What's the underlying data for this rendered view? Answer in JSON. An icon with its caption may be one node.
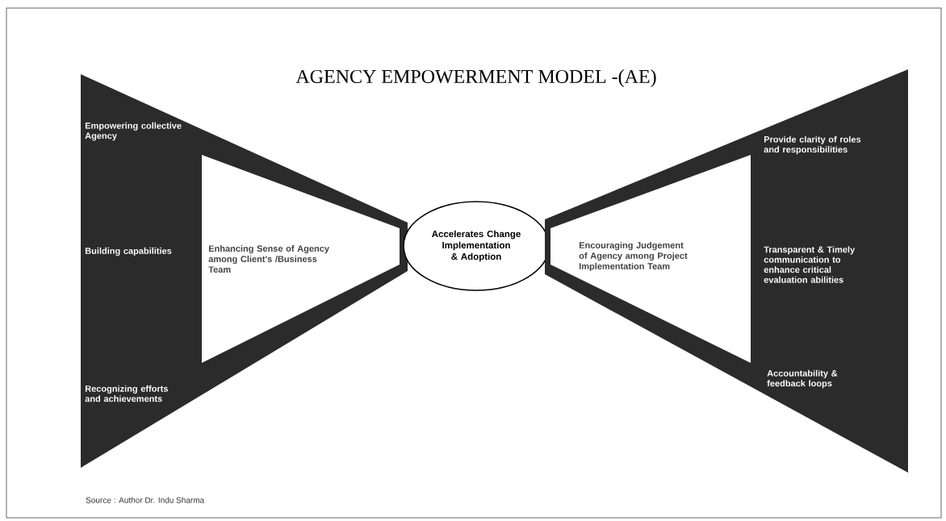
{
  "diagram": {
    "title": "AGENCY EMPOWERMENT MODEL  -(AE)",
    "nodes": [
      {
        "text": [
          "Empowering collective Agency",
          "Building capabilities",
          "Recognizing efforts and achievements"
        ]
      },
      {
        "text": [
          "Enhancing Sense of Agency among Client's /Business Team"
        ],
        "in": 0
      },
      {
        "text": [
          "Accelerates Change Implementation & Adoption"
        ]
      },
      {
        "text": [
          "Provide clarity of roles and responsibilities",
          "Transparent & Timely communication to enhance critical evaluation abilities",
          "Accountability & feedback loops"
        ]
      },
      {
        "text": [
          "Encouraging Judgement of Agency among Project Implementation Team"
        ],
        "in": 3
      }
    ],
    "caption": "Source : Author Dr. Indu Sharma"
  }
}
